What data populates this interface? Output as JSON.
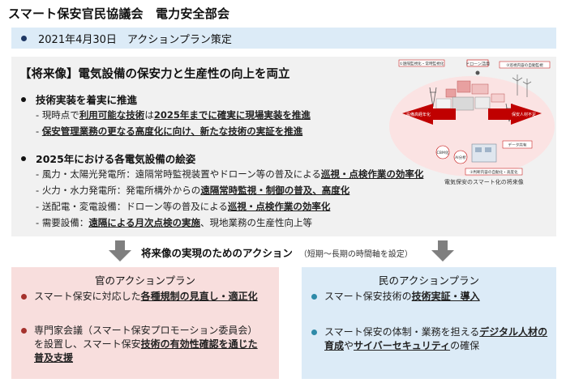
{
  "header": {
    "title": "スマート保安官民協議会　電力安全部会"
  },
  "date_bar": {
    "text": "2021年4月30日　アクションプラン策定"
  },
  "vision": {
    "heading": "【将来像】電気設備の保安力と生産性の向上を両立",
    "section1": {
      "title": "技術実装を着実に推進",
      "line1_pre": "現時点で",
      "line1_u1": "利用可能な技術",
      "line1_mid": "は",
      "line1_u2": "2025年までに確実に現場実装を推進",
      "line2_u": "保安管理業務の更なる高度化に向け、新たな技術の実証を推進"
    },
    "section2": {
      "title": "2025年における各電気設備の絵姿",
      "line1_pre": "風力・太陽光発電所：遠隔常時監視装置やドローン等の普及による",
      "line1_u": "巡視・点検作業の効率化",
      "line2_pre": "火力・水力発電所：発電所構外からの",
      "line2_u": "遠隔常時監視・制御の普及、高度化",
      "line3_pre": "送配電・変電設備：ドローン等の普及による",
      "line3_u": "巡視・点検作業の効率化",
      "line4_pre": "需要設備：",
      "line4_u": "遠隔による月次点検の実施",
      "line4_post": "、現地業務の生産性向上等"
    },
    "diagram": {
      "caption": "電気保安のスマート化の将来像",
      "label_left": "設備高経年化",
      "label_right": "保安人材不足",
      "label_top_left": "①遠隔監視化・常時監視化",
      "label_top_right": "③巡視内容の自動監視",
      "label_drone": "ドローン活用",
      "label_data": "データ共有",
      "label_cbm": "CBM化",
      "label_ai": "AI分析",
      "label_bottom": "②判断内容の自動化・高度化"
    }
  },
  "action_arrow": {
    "text": "将来像の実現のためのアクション",
    "sub": "（短期～長期の時間軸を設定）"
  },
  "gov_plan": {
    "title": "官のアクションプラン",
    "item1_pre": "スマート保安に対応した",
    "item1_u": "各種規制の見直し・適正化",
    "item2_line1": "専門家会議（スマート保安プロモーション委員会）",
    "item2_line2_pre": "を設置し、スマート保安",
    "item2_line2_u": "技術の有効性確認を通じた",
    "item2_line3_u": "普及支援"
  },
  "private_plan": {
    "title": "民のアクションプラン",
    "item1_pre": "スマート保安技術の",
    "item1_u": "技術実証・導入",
    "item2_pre": "スマート保安の体制・業務を担える",
    "item2_u1": "デジタル人材",
    "item2_u2": "の育成",
    "item2_mid": "や",
    "item2_u3": "サイバーセキュリティ",
    "item2_post": "の確保"
  },
  "colors": {
    "date_bar_bg": "#dcebf7",
    "vision_bg": "#f1f1f1",
    "gov_bg": "#f8dedd",
    "private_bg": "#dcebf7",
    "arrow": "#7f7f7f",
    "diagram_red": "#c00000"
  }
}
